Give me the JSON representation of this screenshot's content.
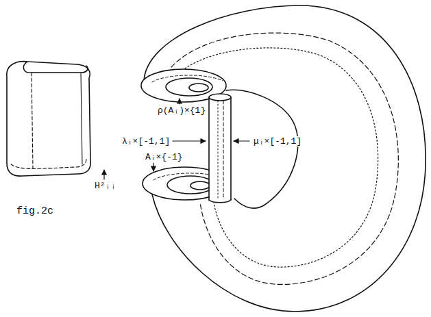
{
  "diagram": {
    "labels": [
      "ρ(Aᵢ)×{1}",
      "λᵢ×[-1,1]",
      "μᵢ×[-1,1]",
      "Aᵢ×{-1}",
      "H²ᵢᵢ",
      "fig.2c"
    ]
  }
}
